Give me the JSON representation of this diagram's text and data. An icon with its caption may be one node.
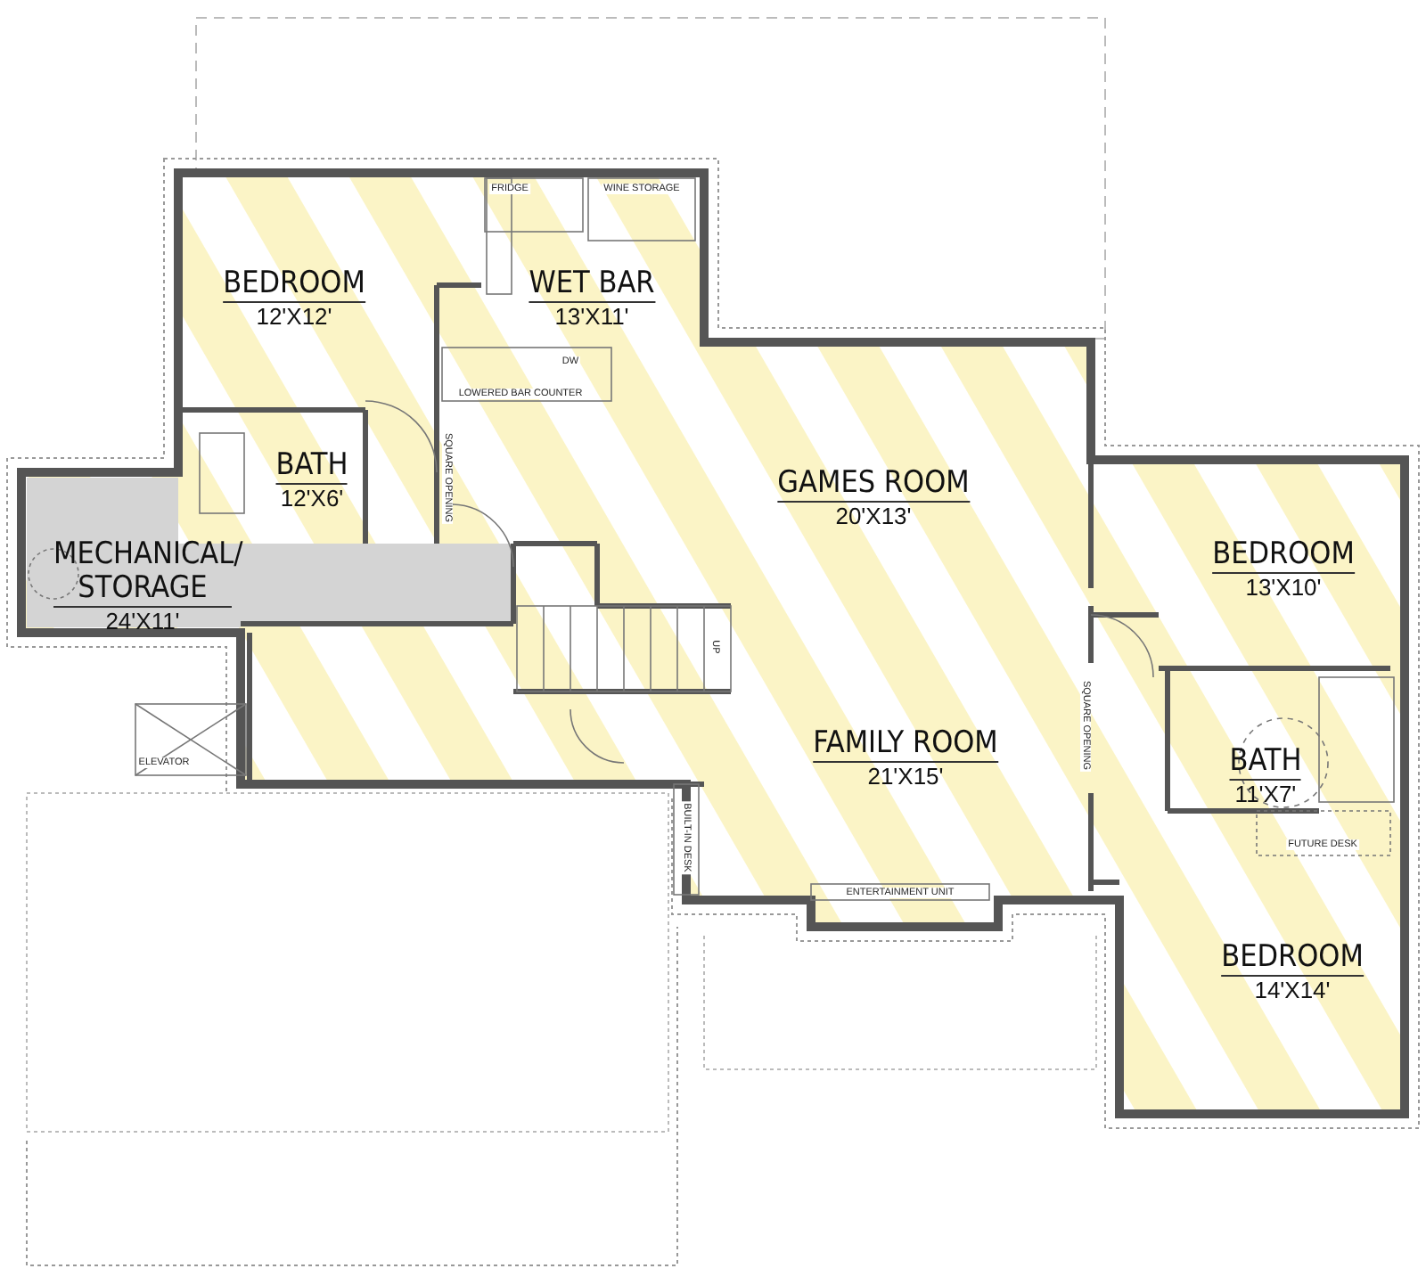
{
  "diagram": {
    "nodes": [
      {
        "text": [
          "BEDROOM",
          "12'X12'"
        ]
      },
      {
        "text": [
          "WET BAR",
          "13'X11'"
        ]
      },
      {
        "text": [
          "BATH",
          "12'X6'"
        ]
      },
      {
        "text": [
          "GAMES ROOM",
          "20'X13'"
        ]
      },
      {
        "text": [
          "MECHANICAL/ STORAGE",
          "24'X11'"
        ]
      },
      {
        "text": [
          "BEDROOM",
          "13'X10'"
        ]
      },
      {
        "text": [
          "FAMILY ROOM",
          "21'X15'"
        ]
      },
      {
        "text": [
          "BATH",
          "11'X7'"
        ]
      },
      {
        "text": [
          "BEDROOM",
          "14'X14'"
        ]
      }
    ],
    "labels": [
      "FRIDGE",
      "WINE STORAGE",
      "DW",
      "LOWERED BAR COUNTER",
      "SQUARE OPENING",
      "UP",
      "ELEVATOR",
      "BUILT-IN DESK",
      "SQUARE OPENING",
      "FUTURE DESK",
      "ENTERTAINMENT UNIT"
    ]
  }
}
